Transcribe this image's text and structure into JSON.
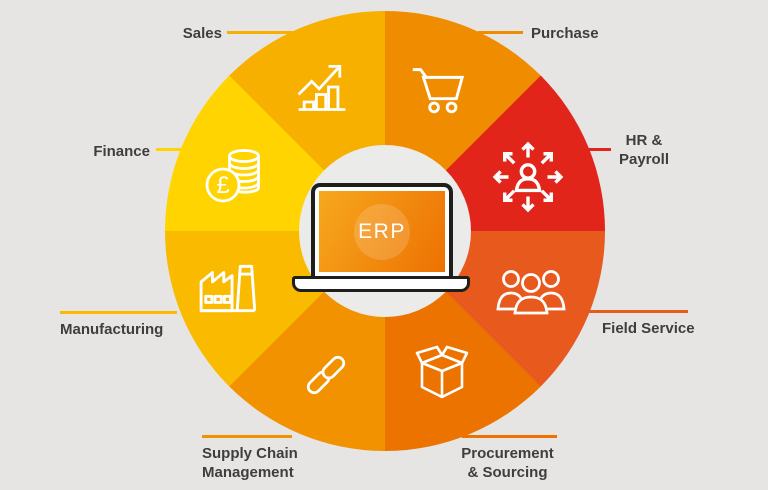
{
  "background_color": "#E6E5E4",
  "inner_circle_color": "#EBEBEA",
  "label_text_color": "#3F3E3D",
  "center": {
    "label": "ERP",
    "screen_gradient_start": "#F7A81E",
    "screen_gradient_end": "#ED7102"
  },
  "wheel": {
    "segments": [
      {
        "id": "purchase",
        "lines": [
          "Purchase"
        ],
        "color": "#F08C00",
        "icon": "shopping-cart-icon"
      },
      {
        "id": "hr-payroll",
        "lines": [
          "HR &",
          "Payroll"
        ],
        "color": "#E1251B",
        "icon": "person-arrows-icon"
      },
      {
        "id": "field-service",
        "lines": [
          "Field Service"
        ],
        "color": "#E7591C",
        "icon": "team-icon"
      },
      {
        "id": "procurement-sourcing",
        "lines": [
          "Procurement",
          "& Sourcing"
        ],
        "color": "#ED7300",
        "icon": "open-box-icon"
      },
      {
        "id": "supply-chain-management",
        "lines": [
          "Supply Chain",
          "Management"
        ],
        "color": "#F39200",
        "icon": "chain-link-icon"
      },
      {
        "id": "manufacturing",
        "lines": [
          "Manufacturing"
        ],
        "color": "#F9BA00",
        "icon": "factory-icon"
      },
      {
        "id": "finance",
        "lines": [
          "Finance"
        ],
        "color": "#FFD400",
        "icon": "coins-icon",
        "currency_symbol": "£"
      },
      {
        "id": "sales",
        "lines": [
          "Sales"
        ],
        "color": "#F7B000",
        "icon": "growth-chart-icon"
      }
    ]
  }
}
